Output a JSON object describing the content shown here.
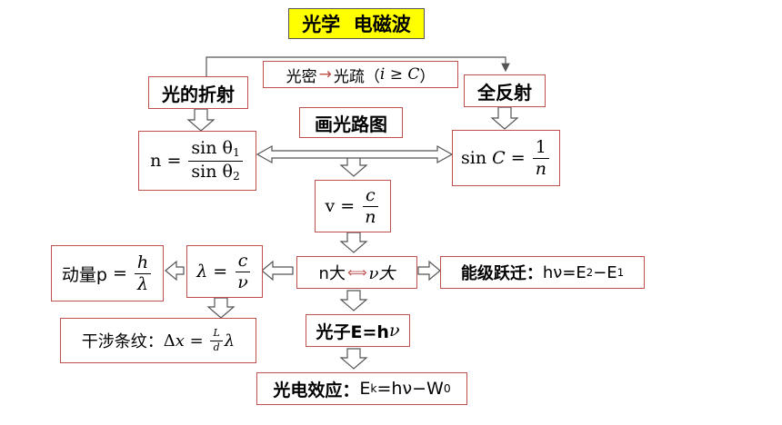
{
  "title": "光学  电磁波",
  "condition": {
    "prefix": "光密",
    "arrow": "→",
    "suffix": "光疏（",
    "i": "i",
    "ge": " ≥ ",
    "c": "C",
    "close": "）"
  },
  "refraction": "光的折射",
  "total_reflection": "全反射",
  "light_path": "画光路图",
  "n_formula": {
    "lhs": "n",
    "eq": " = ",
    "num": "sin θ",
    "num_sub": "1",
    "den": "sin θ",
    "den_sub": "2"
  },
  "sinC_formula": {
    "lhs": "sin ",
    "C": "C",
    "eq": " = ",
    "num": "1",
    "den": "n"
  },
  "v_formula": {
    "lhs": "v",
    "eq": " = ",
    "num": "c",
    "den": "n"
  },
  "lambda_formula": {
    "lhs": "λ",
    "eq": " = ",
    "num": "c",
    "den": "ν"
  },
  "momentum": {
    "label": "动量p",
    "eq": " = ",
    "num": "h",
    "den": "λ"
  },
  "n_nu": {
    "n": "n大",
    "arrow": "⟺",
    "nu": "ν大"
  },
  "energy_level": {
    "label": "能级跃迁：",
    "formula": "hν=E",
    "sub2": "2",
    "minus": "−E",
    "sub1": "1"
  },
  "interference": {
    "label": "干涉条纹：",
    "delta": "Δ",
    "x": "x",
    "eq": " = ",
    "num": "L",
    "den": "d",
    "lambda": "λ"
  },
  "photon": {
    "label": "光子E=h",
    "nu": "ν"
  },
  "photoelectric": {
    "label": "光电效应：",
    "E": "E",
    "k": "k",
    "eq": "=hν−W",
    "zero": "0"
  }
}
